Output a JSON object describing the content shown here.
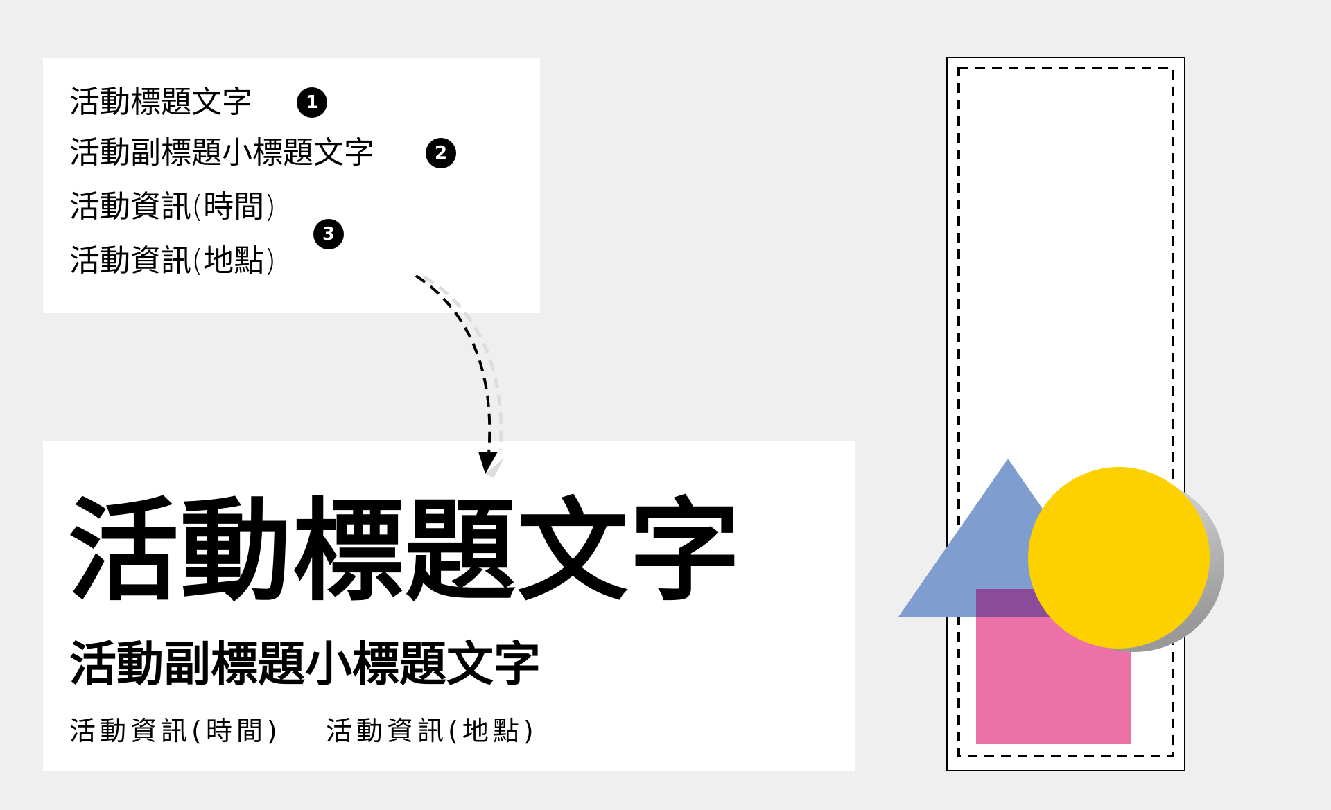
{
  "legend": {
    "items": [
      {
        "label": "活動標題文字",
        "badge": "1"
      },
      {
        "label": "活動副標題小標題文字",
        "badge": "2"
      },
      {
        "label": "活動資訊(時間)"
      },
      {
        "label": "活動資訊(地點)",
        "badge": "3"
      }
    ]
  },
  "preview": {
    "title": "活動標題文字",
    "subtitle": "活動副標題小標題文字",
    "info_time": "活動資訊(時間)",
    "info_place": "活動資訊(地點)"
  },
  "colors": {
    "triangle": "#809dd0",
    "rectangle": "#ec71a6",
    "circle": "#fdd000",
    "overlap": "#8b4b98"
  }
}
